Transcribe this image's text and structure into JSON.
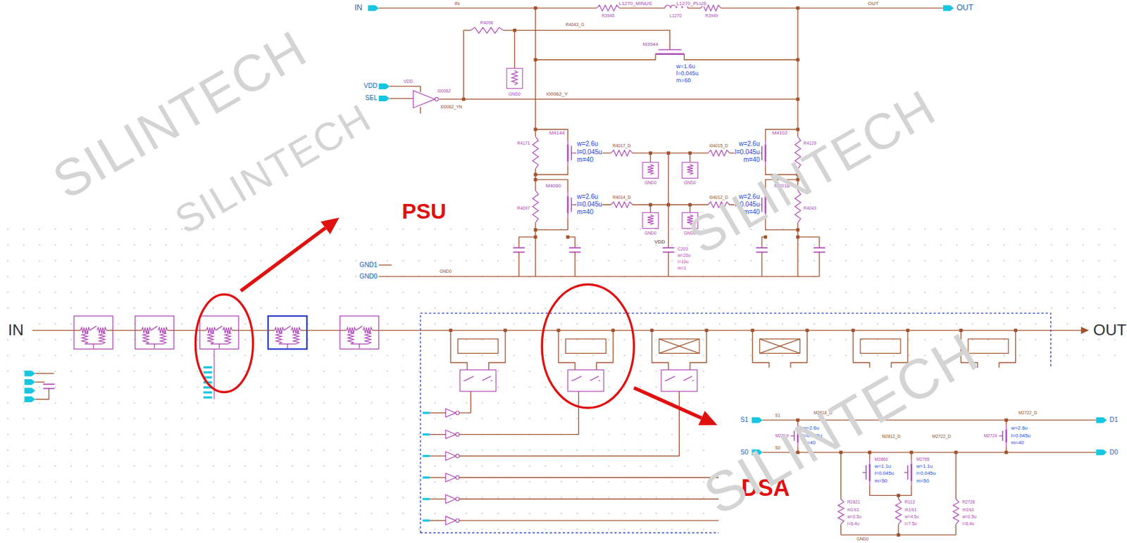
{
  "diagram": {
    "labels": [
      "IN",
      "IN",
      "L1270_MINUS",
      "L1270_PLUS",
      "R3945",
      "L1270",
      "R3949",
      "OUT",
      "OUT",
      "R4098",
      "R4043_G",
      "M3944",
      "w=1.6u",
      "l=0.045u",
      "m=60",
      "VDD",
      "VDD",
      "SEL",
      "I00062",
      "I00062_YN",
      "I00062_Y",
      "M4144",
      "w=2.6u",
      "l=0.045u",
      "m=40",
      "M4060",
      "w=2.6u",
      "l=0.045u",
      "m=40",
      "M4102",
      "w=2.6u",
      "l=0.045u",
      "m=40",
      "M4018",
      "w=2.6u",
      "l=0.045u",
      "m=40",
      "R4171",
      "R4097",
      "R4129",
      "R4043",
      "R4017_D",
      "R4014_D",
      "I04015_D",
      "I04012_D",
      "VDD",
      "C203",
      "w=20u",
      "l=10u",
      "m=1",
      "GND1",
      "GND0",
      "GND0",
      "GND0",
      "GND0",
      "GND0",
      "GND0",
      "GND0",
      "PSU",
      "IN",
      "OUT",
      "DSA",
      "S1",
      "S1",
      "S0",
      "S0",
      "D1",
      "D0",
      "M2819",
      "w=2.6u",
      "l=0.045u",
      "m=40",
      "M2818_D",
      "M2860",
      "w=1.1u",
      "l=0.045u",
      "m=50",
      "M2812_D",
      "M2765",
      "w=1.1u",
      "l=0.045u",
      "m=50",
      "M2722_D",
      "M2724",
      "w=2.6u",
      "l=0.045u",
      "m=40",
      "M2722_D",
      "R2821",
      "m1/s1",
      "w=0.5u",
      "l=6.4u",
      "R113",
      "m1/s1",
      "w=4.5u",
      "l=7.5u",
      "R2726",
      "m1/s1",
      "w=0.5u",
      "l=6.4u",
      "GND0",
      "SILINTECH",
      "SILINTECH",
      "SILINTECH",
      "SILINTECH"
    ]
  }
}
